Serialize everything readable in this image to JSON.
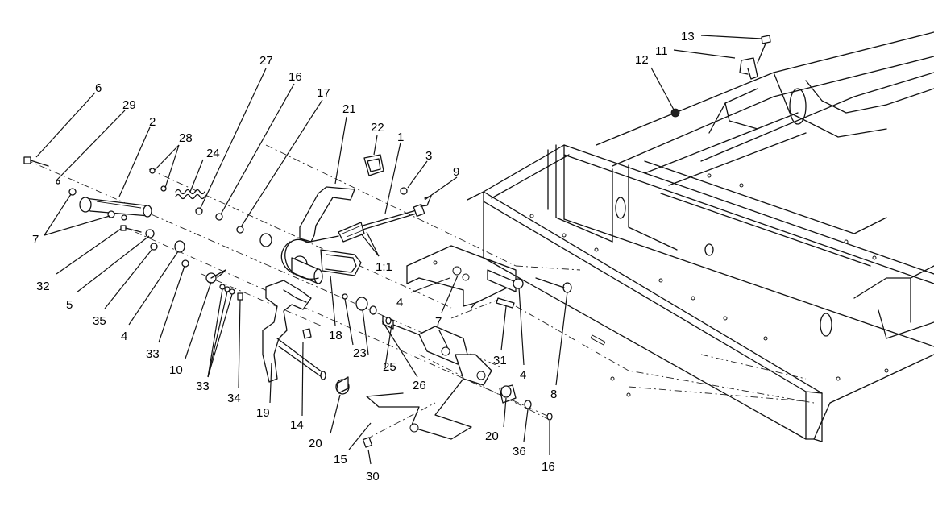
{
  "diagram": {
    "type": "exploded parts view",
    "callouts": [
      "6",
      "29",
      "2",
      "28",
      "24",
      "27",
      "16",
      "17",
      "21",
      "22",
      "1",
      "3",
      "9",
      "13",
      "11",
      "12",
      "7",
      "32",
      "5",
      "35",
      "4",
      "33",
      "10",
      "33",
      "34",
      "18",
      "23",
      "25",
      "26",
      "4",
      "7",
      "31",
      "4",
      "8",
      "19",
      "14",
      "20",
      "15",
      "30",
      "20",
      "36",
      "16",
      "1:1"
    ]
  }
}
